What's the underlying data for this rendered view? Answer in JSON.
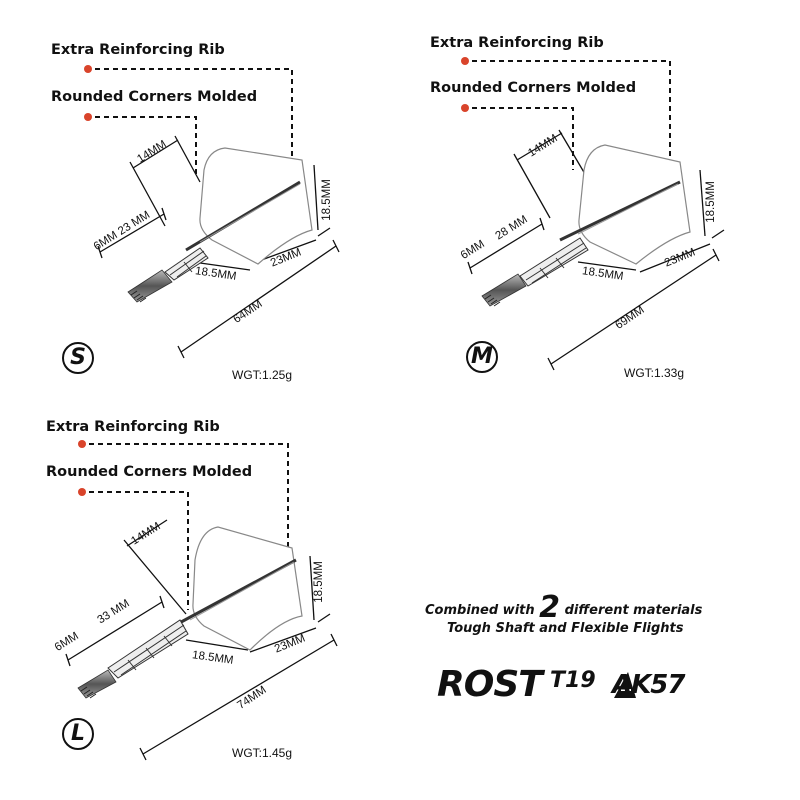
{
  "panels": [
    {
      "callout_rib": "Extra Reinforcing Rib",
      "callout_corners": "Rounded Corners Molded",
      "size": "S",
      "dim_top": "14MM",
      "dim_shaft": "6MM 23 MM",
      "dim_left_base": "18.5MM",
      "dim_right_base": "23MM",
      "dim_height": "18.5MM",
      "dim_total": "64MM",
      "weight": "WGT:1.25g"
    },
    {
      "callout_rib": "Extra Reinforcing Rib",
      "callout_corners": "Rounded Corners Molded",
      "size": "M",
      "dim_top": "14MM",
      "dim_shaft_a": "6MM",
      "dim_shaft_b": "28 MM",
      "dim_left_base": "18.5MM",
      "dim_right_base": "23MM",
      "dim_height": "18.5MM",
      "dim_total": "69MM",
      "weight": "WGT:1.33g"
    },
    {
      "callout_rib": "Extra Reinforcing Rib",
      "callout_corners": "Rounded Corners Molded",
      "size": "L",
      "dim_top": "14MM",
      "dim_shaft_a": "6MM",
      "dim_shaft_b": "33 MM",
      "dim_left_base": "18.5MM",
      "dim_right_base": "23MM",
      "dim_height": "18.5MM",
      "dim_total": "74MM",
      "weight": "WGT:1.45g"
    }
  ],
  "tagline": {
    "line1_a": "Combined with",
    "line1_num": "2",
    "line1_b": "different materials",
    "line2": "Tough Shaft and Flexible Flights"
  },
  "brand": {
    "name": "ROST",
    "model": "T19",
    "logo": "AK57"
  },
  "colors": {
    "callout_dot": "#d9442b",
    "ink": "#111111"
  }
}
